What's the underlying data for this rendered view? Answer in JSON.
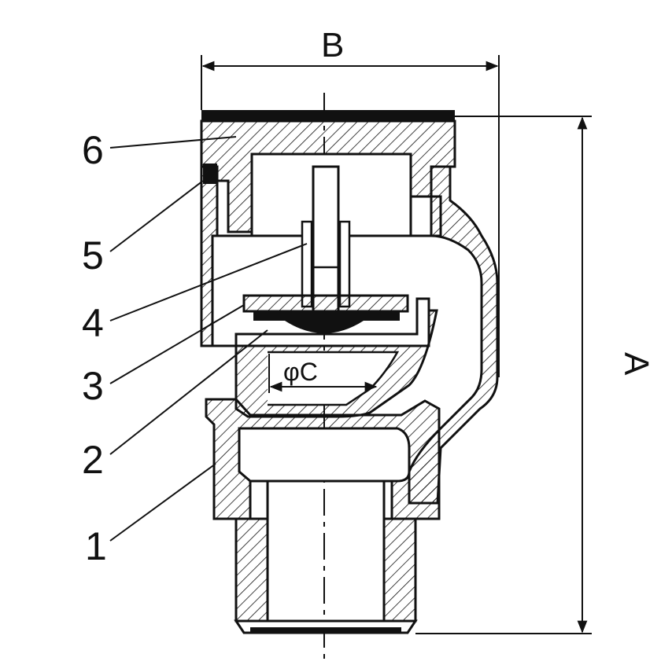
{
  "dimensions": {
    "width_label": "B",
    "height_label": "A",
    "diameter_label": "φC"
  },
  "parts": [
    {
      "number": "6"
    },
    {
      "number": "5"
    },
    {
      "number": "4"
    },
    {
      "number": "3"
    },
    {
      "number": "2"
    },
    {
      "number": "1"
    }
  ],
  "colors": {
    "line": "#111111",
    "background": "#ffffff"
  }
}
